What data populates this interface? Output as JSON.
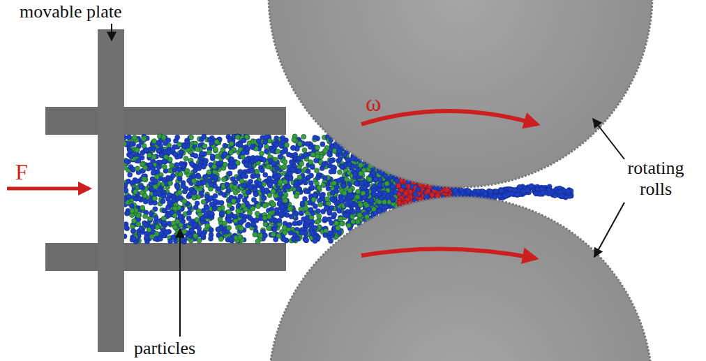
{
  "diagram": {
    "labels": [
      "movable plate",
      "F",
      "ω",
      "rotating rolls",
      "particles"
    ]
  }
}
